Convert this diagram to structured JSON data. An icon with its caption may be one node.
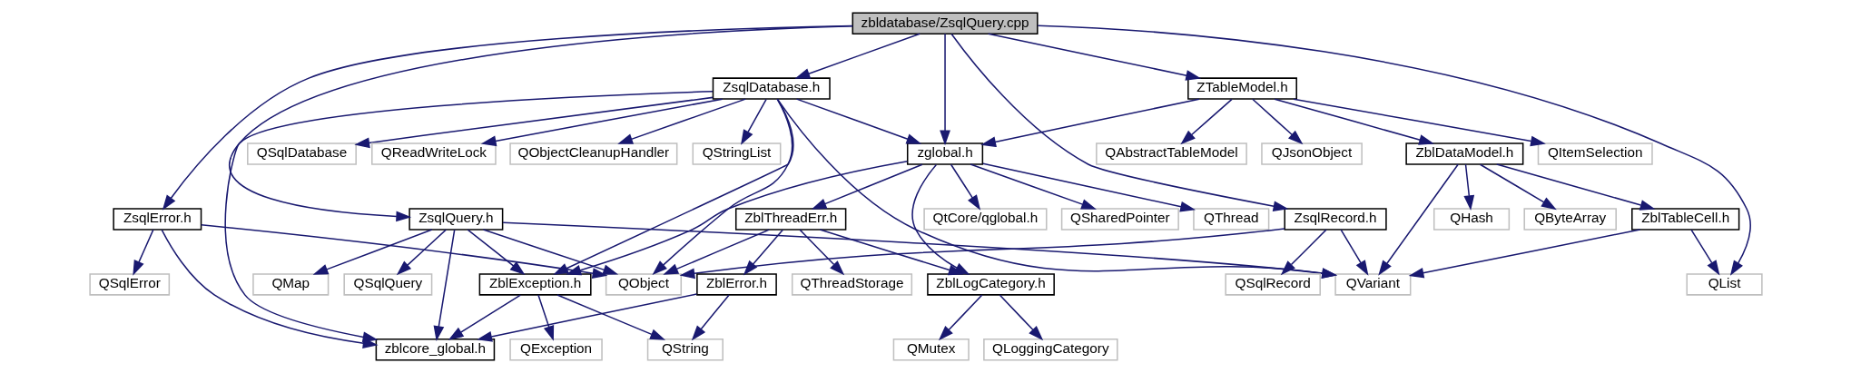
{
  "diagram": {
    "nodes": [
      {
        "text": [
          "zbldatabase/ZsqlQuery.cpp"
        ]
      },
      {
        "text": [
          "ZsqlDatabase.h"
        ]
      },
      {
        "text": [
          "ZTableModel.h"
        ]
      },
      {
        "text": [
          "QSqlDatabase"
        ]
      },
      {
        "text": [
          "QReadWriteLock"
        ]
      },
      {
        "text": [
          "QObjectCleanupHandler"
        ]
      },
      {
        "text": [
          "QStringList"
        ]
      },
      {
        "text": [
          "zglobal.h"
        ]
      },
      {
        "text": [
          "QItemSelection"
        ]
      },
      {
        "text": [
          "QAbstractTableModel"
        ]
      },
      {
        "text": [
          "ZblDataModel.h"
        ]
      },
      {
        "text": [
          "QJsonObject"
        ]
      },
      {
        "text": [
          "ZsqlError.h"
        ]
      },
      {
        "text": [
          "ZsqlQuery.h"
        ]
      },
      {
        "text": [
          "ZsqlRecord.h"
        ]
      },
      {
        "text": [
          "QtCore/qglobal.h"
        ]
      },
      {
        "text": [
          "QSharedPointer"
        ]
      },
      {
        "text": [
          "QThread"
        ]
      },
      {
        "text": [
          "ZblThreadErr.h"
        ]
      },
      {
        "text": [
          "QHash"
        ]
      },
      {
        "text": [
          "ZblTableCell.h"
        ]
      },
      {
        "text": [
          "QByteArray"
        ]
      },
      {
        "text": [
          "QSqlError"
        ]
      },
      {
        "text": [
          "QObject"
        ]
      },
      {
        "text": [
          "ZblException.h"
        ]
      },
      {
        "text": [
          "QSqlQuery"
        ]
      },
      {
        "text": [
          "QMap"
        ]
      },
      {
        "text": [
          "QVariant"
        ]
      },
      {
        "text": [
          "QSqlRecord"
        ]
      },
      {
        "text": [
          "ZblError.h"
        ]
      },
      {
        "text": [
          "QThreadStorage"
        ]
      },
      {
        "text": [
          "ZblLogCategory.h"
        ]
      },
      {
        "text": [
          "QList"
        ]
      },
      {
        "text": [
          "zblcore_global.h"
        ]
      },
      {
        "text": [
          "QException"
        ]
      },
      {
        "text": [
          "QString"
        ]
      },
      {
        "text": [
          "QMutex"
        ]
      },
      {
        "text": [
          "QLoggingCategory"
        ]
      }
    ],
    "edges": [
      {
        "from": 0,
        "to": 1,
        "arrow": "to"
      },
      {
        "from": 0,
        "to": 12,
        "arrow": "to"
      },
      {
        "from": 0,
        "to": 13,
        "arrow": "to"
      },
      {
        "from": 0,
        "to": 14,
        "arrow": "to"
      },
      {
        "from": 0,
        "to": 7,
        "arrow": "to"
      },
      {
        "from": 0,
        "to": 2,
        "arrow": "to"
      },
      {
        "from": 0,
        "to": 32,
        "arrow": "to"
      },
      {
        "from": 1,
        "to": 3,
        "arrow": "to"
      },
      {
        "from": 1,
        "to": 4,
        "arrow": "to"
      },
      {
        "from": 1,
        "to": 5,
        "arrow": "to"
      },
      {
        "from": 1,
        "to": 6,
        "arrow": "to"
      },
      {
        "from": 1,
        "to": 33,
        "arrow": "to"
      },
      {
        "from": 1,
        "to": 23,
        "arrow": "to"
      },
      {
        "from": 1,
        "to": 24,
        "arrow": "to"
      },
      {
        "from": 1,
        "to": 27,
        "arrow": "to"
      },
      {
        "from": 1,
        "to": 7,
        "arrow": "to"
      },
      {
        "from": 2,
        "to": 7,
        "arrow": "to"
      },
      {
        "from": 2,
        "to": 8,
        "arrow": "to"
      },
      {
        "from": 2,
        "to": 9,
        "arrow": "to"
      },
      {
        "from": 2,
        "to": 10,
        "arrow": "to"
      },
      {
        "from": 2,
        "to": 11,
        "arrow": "to"
      },
      {
        "from": 7,
        "to": 24,
        "arrow": "to"
      },
      {
        "from": 7,
        "to": 15,
        "arrow": "to"
      },
      {
        "from": 7,
        "to": 16,
        "arrow": "to"
      },
      {
        "from": 7,
        "to": 17,
        "arrow": "to"
      },
      {
        "from": 7,
        "to": 18,
        "arrow": "to"
      },
      {
        "from": 7,
        "to": 31,
        "arrow": "to"
      },
      {
        "from": 10,
        "to": 27,
        "arrow": "to"
      },
      {
        "from": 10,
        "to": 19,
        "arrow": "to"
      },
      {
        "from": 10,
        "to": 20,
        "arrow": "to"
      },
      {
        "from": 10,
        "to": 21,
        "arrow": "to"
      },
      {
        "from": 12,
        "to": 33,
        "arrow": "to"
      },
      {
        "from": 12,
        "to": 22,
        "arrow": "to"
      },
      {
        "from": 12,
        "to": 23,
        "arrow": "to"
      },
      {
        "from": 13,
        "to": 33,
        "arrow": "to"
      },
      {
        "from": 13,
        "to": 23,
        "arrow": "to"
      },
      {
        "from": 13,
        "to": 24,
        "arrow": "to"
      },
      {
        "from": 13,
        "to": 25,
        "arrow": "to"
      },
      {
        "from": 13,
        "to": 26,
        "arrow": "to"
      },
      {
        "from": 13,
        "to": 27,
        "arrow": "to"
      },
      {
        "from": 14,
        "to": 23,
        "arrow": "to"
      },
      {
        "from": 14,
        "to": 27,
        "arrow": "to"
      },
      {
        "from": 14,
        "to": 28,
        "arrow": "to"
      },
      {
        "from": 18,
        "to": 23,
        "arrow": "to"
      },
      {
        "from": 18,
        "to": 29,
        "arrow": "to"
      },
      {
        "from": 18,
        "to": 30,
        "arrow": "to"
      },
      {
        "from": 18,
        "to": 31,
        "arrow": "to"
      },
      {
        "from": 20,
        "to": 27,
        "arrow": "to"
      },
      {
        "from": 20,
        "to": 32,
        "arrow": "to"
      },
      {
        "from": 24,
        "to": 33,
        "arrow": "to"
      },
      {
        "from": 24,
        "to": 34,
        "arrow": "to"
      },
      {
        "from": 24,
        "to": 35,
        "arrow": "to"
      },
      {
        "from": 29,
        "to": 33,
        "arrow": "to"
      },
      {
        "from": 29,
        "to": 35,
        "arrow": "to"
      },
      {
        "from": 31,
        "to": 36,
        "arrow": "to"
      },
      {
        "from": 31,
        "to": 37,
        "arrow": "to"
      }
    ]
  }
}
